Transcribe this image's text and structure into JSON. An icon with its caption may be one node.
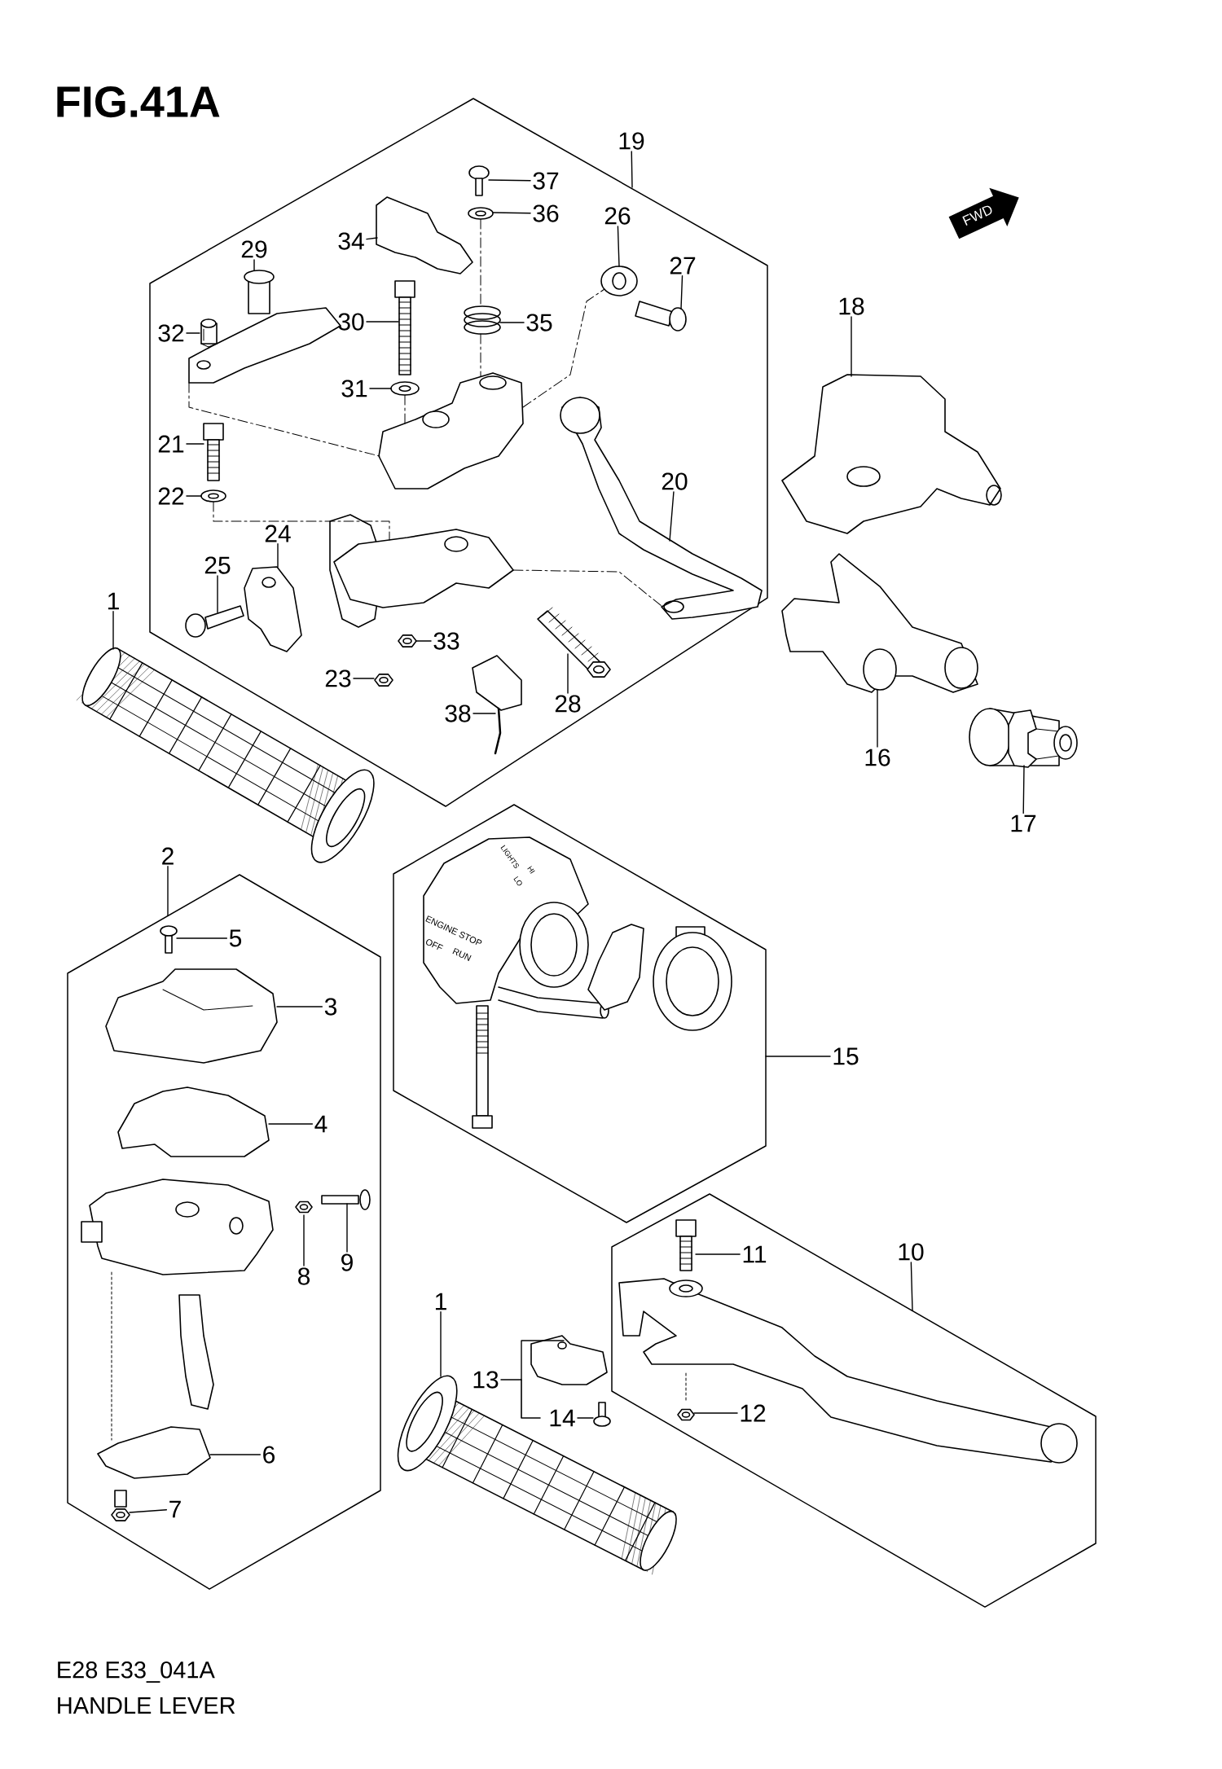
{
  "diagram": {
    "title": "FIG.41A",
    "caption": "HANDLE LEVER",
    "nodes": [
      {
        "text": [],
        "shape": "hexagon"
      },
      {
        "text": [],
        "shape": "hexagon"
      },
      {
        "text": [],
        "shape": "hexagon"
      },
      {
        "text": [],
        "shape": "hexagon"
      },
      {
        "text": [
          "19"
        ]
      },
      {
        "text": [
          "37"
        ],
        "in": 0
      },
      {
        "text": [
          "36"
        ],
        "in": 0
      },
      {
        "text": [
          "34"
        ],
        "in": 0
      },
      {
        "text": [
          "26"
        ],
        "in": 0
      },
      {
        "text": [
          "29"
        ],
        "in": 0
      },
      {
        "text": [
          "27"
        ],
        "in": 0
      },
      {
        "text": [
          "32"
        ],
        "in": 0
      },
      {
        "text": [
          "30"
        ],
        "in": 0
      },
      {
        "text": [
          "35"
        ],
        "in": 0
      },
      {
        "text": [
          "31"
        ],
        "in": 0
      },
      {
        "text": [
          "21"
        ],
        "in": 0
      },
      {
        "text": [
          "22"
        ],
        "in": 0
      },
      {
        "text": [
          "20"
        ],
        "in": 0
      },
      {
        "text": [
          "24"
        ],
        "in": 0
      },
      {
        "text": [
          "25"
        ],
        "in": 0
      },
      {
        "text": [
          "1"
        ]
      },
      {
        "text": [
          "33"
        ],
        "in": 0
      },
      {
        "text": [
          "23"
        ],
        "in": 0
      },
      {
        "text": [
          "28"
        ],
        "in": 0
      },
      {
        "text": [
          "38"
        ],
        "in": 0
      },
      {
        "text": [
          "18"
        ]
      },
      {
        "text": [
          "16"
        ]
      },
      {
        "text": [
          "17"
        ]
      },
      {
        "text": [
          "2"
        ]
      },
      {
        "text": [
          "5"
        ],
        "in": 2
      },
      {
        "text": [
          "3"
        ],
        "in": 2
      },
      {
        "text": [
          "15"
        ]
      },
      {
        "text": [
          "4"
        ],
        "in": 2
      },
      {
        "text": [
          "9"
        ],
        "in": 2
      },
      {
        "text": [
          "8"
        ],
        "in": 2
      },
      {
        "text": [
          "11"
        ],
        "in": 3
      },
      {
        "text": [
          "10"
        ]
      },
      {
        "text": [
          "1"
        ]
      },
      {
        "text": [
          "13"
        ]
      },
      {
        "text": [
          "6"
        ],
        "in": 2
      },
      {
        "text": [
          "14"
        ]
      },
      {
        "text": [
          "12"
        ],
        "in": 3
      },
      {
        "text": [
          "7"
        ],
        "in": 2
      },
      {
        "text": [],
        "shape": "picture",
        "in": 0
      },
      {
        "text": [],
        "shape": "picture",
        "in": 0
      },
      {
        "text": [],
        "shape": "picture",
        "in": 0
      },
      {
        "text": [],
        "shape": "picture",
        "in": 0
      },
      {
        "text": [],
        "shape": "picture",
        "in": 0
      },
      {
        "text": [],
        "shape": "picture",
        "in": 0
      },
      {
        "text": [],
        "shape": "picture",
        "in": 0
      },
      {
        "text": [],
        "shape": "picture",
        "in": 0
      },
      {
        "text": [],
        "shape": "picture",
        "in": 0
      },
      {
        "text": [],
        "shape": "picture",
        "in": 0
      },
      {
        "text": [],
        "shape": "picture",
        "in": 0
      },
      {
        "text": [],
        "shape": "picture",
        "in": 0
      },
      {
        "text": [],
        "shape": "picture",
        "in": 0
      },
      {
        "text": [],
        "shape": "picture",
        "in": 0
      },
      {
        "text": [],
        "shape": "picture",
        "in": 0
      },
      {
        "text": [],
        "shape": "picture"
      },
      {
        "text": [],
        "shape": "picture",
        "in": 0
      },
      {
        "text": [],
        "shape": "picture",
        "in": 0
      },
      {
        "text": [],
        "shape": "picture",
        "in": 0
      },
      {
        "text": [],
        "shape": "picture",
        "in": 0
      },
      {
        "text": [],
        "shape": "picture"
      },
      {
        "text": [],
        "shape": "picture"
      },
      {
        "text": [],
        "shape": "picture"
      },
      {
        "text": [],
        "shape": "picture",
        "in": 2
      },
      {
        "text": [],
        "shape": "picture",
        "in": 2
      },
      {
        "text": [],
        "shape": "picture",
        "in": 2
      },
      {
        "text": [],
        "shape": "picture",
        "in": 2
      },
      {
        "text": [],
        "shape": "picture",
        "in": 2
      },
      {
        "text": [],
        "shape": "picture",
        "in": 3
      },
      {
        "text": [],
        "shape": "picture"
      },
      {
        "text": [],
        "shape": "picture"
      },
      {
        "text": [],
        "shape": "picture",
        "in": 2
      },
      {
        "text": [],
        "shape": "picture"
      },
      {
        "text": [],
        "shape": "picture",
        "in": 3
      },
      {
        "text": [],
        "shape": "picture",
        "in": 2
      },
      {
        "text": [],
        "shape": "picture",
        "in": 0
      },
      {
        "text": [],
        "shape": "picture",
        "in": 0
      }
    ],
    "edges": [
      {
        "from": 4,
        "to": 0,
        "arrow": "none"
      },
      {
        "from": 5,
        "to": 43,
        "arrow": "none"
      },
      {
        "from": 6,
        "to": 44,
        "arrow": "none"
      },
      {
        "from": 7,
        "to": 45,
        "arrow": "none"
      },
      {
        "from": 8,
        "to": 46,
        "arrow": "none"
      },
      {
        "from": 9,
        "to": 47,
        "arrow": "none"
      },
      {
        "from": 10,
        "to": 48,
        "arrow": "none"
      },
      {
        "from": 11,
        "to": 49,
        "arrow": "none"
      },
      {
        "from": 12,
        "to": 50,
        "arrow": "none"
      },
      {
        "from": 13,
        "to": 51,
        "arrow": "none"
      },
      {
        "from": 14,
        "to": 52,
        "arrow": "none"
      },
      {
        "from": 15,
        "to": 53,
        "arrow": "none"
      },
      {
        "from": 16,
        "to": 54,
        "arrow": "none"
      },
      {
        "from": 17,
        "to": 55,
        "arrow": "none"
      },
      {
        "from": 18,
        "to": 56,
        "arrow": "none"
      },
      {
        "from": 19,
        "to": 57,
        "arrow": "none"
      },
      {
        "from": 20,
        "to": 58,
        "arrow": "none"
      },
      {
        "from": 21,
        "to": 59,
        "arrow": "none"
      },
      {
        "from": 22,
        "to": 60,
        "arrow": "none"
      },
      {
        "from": 23,
        "to": 61,
        "arrow": "none"
      },
      {
        "from": 24,
        "to": 62,
        "arrow": "none"
      },
      {
        "from": 25,
        "to": 63,
        "arrow": "none"
      },
      {
        "from": 26,
        "to": 64,
        "arrow": "none"
      },
      {
        "from": 27,
        "to": 65,
        "arrow": "none"
      },
      {
        "from": 28,
        "to": 2,
        "arrow": "none"
      },
      {
        "from": 29,
        "to": 66,
        "arrow": "none"
      },
      {
        "from": 30,
        "to": 67,
        "arrow": "none"
      },
      {
        "from": 31,
        "to": 1,
        "arrow": "none"
      },
      {
        "from": 32,
        "to": 68,
        "arrow": "none"
      },
      {
        "from": 33,
        "to": 69,
        "arrow": "none"
      },
      {
        "from": 34,
        "to": 70,
        "arrow": "none"
      },
      {
        "from": 35,
        "to": 71,
        "arrow": "none"
      },
      {
        "from": 36,
        "to": 3,
        "arrow": "none"
      },
      {
        "from": 37,
        "to": 72,
        "arrow": "none"
      },
      {
        "from": 38,
        "to": 73,
        "arrow": "none"
      },
      {
        "from": 39,
        "to": 74,
        "arrow": "none"
      },
      {
        "from": 40,
        "to": 75,
        "arrow": "none"
      },
      {
        "from": 41,
        "to": 76,
        "arrow": "none"
      },
      {
        "from": 42,
        "to": 77,
        "arrow": "none"
      },
      {
        "from": 44,
        "to": 51,
        "arrow": "none",
        "style": "dashed"
      },
      {
        "from": 51,
        "to": 78,
        "arrow": "none",
        "style": "dashed"
      },
      {
        "from": 52,
        "to": 78,
        "arrow": "none",
        "style": "dashed"
      },
      {
        "from": 54,
        "to": 79,
        "arrow": "none",
        "style": "dashed"
      },
      {
        "from": 47,
        "to": 78,
        "arrow": "none",
        "style": "dashed"
      },
      {
        "from": 78,
        "to": 46,
        "arrow": "none",
        "style": "dashed"
      },
      {
        "from": 79,
        "to": 55,
        "arrow": "none",
        "style": "dashed"
      }
    ],
    "labels": [
      "FWD",
      "LIGHTS",
      "HI",
      "LO",
      "ENGINE STOP",
      "OFF",
      "RUN",
      "E28 E33_041A"
    ]
  }
}
